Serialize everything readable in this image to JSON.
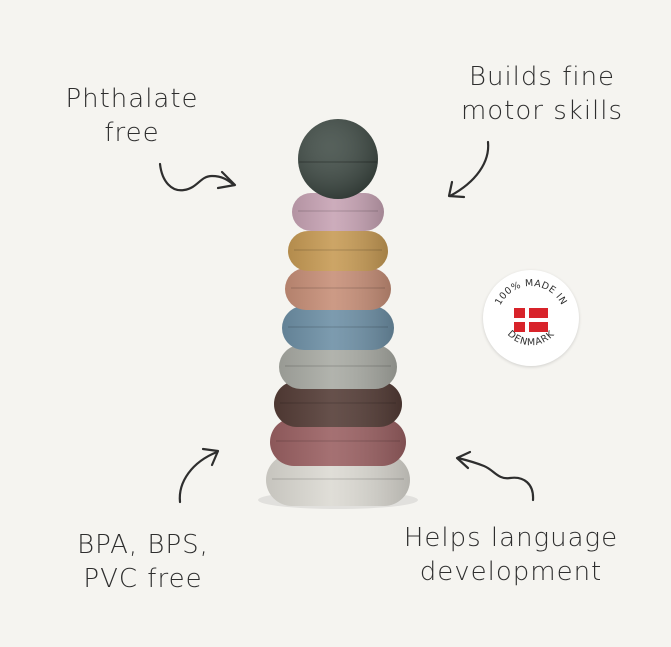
{
  "callouts": {
    "top_left": {
      "line1": "Phthalate",
      "line2": "free"
    },
    "top_right": {
      "line1": "Builds fine",
      "line2": "motor skills"
    },
    "bottom_left": {
      "line1": "BPA, BPS,",
      "line2": "PVC free"
    },
    "bottom_right": {
      "line1": "Helps language",
      "line2": "development"
    }
  },
  "badge": {
    "text_top": "100% MADE IN",
    "text_bottom": "DENMARK",
    "flag": "danish-flag-icon",
    "flag_colors": {
      "red": "#d8232a",
      "white": "#ffffff"
    }
  },
  "toy": {
    "ball_color": "#3f4b45",
    "ring_colors": [
      "#c7a3b4",
      "#c79b55",
      "#c78f78",
      "#6e90a6",
      "#a9aba4",
      "#553d37",
      "#9b6163",
      "#dcdad3"
    ]
  }
}
